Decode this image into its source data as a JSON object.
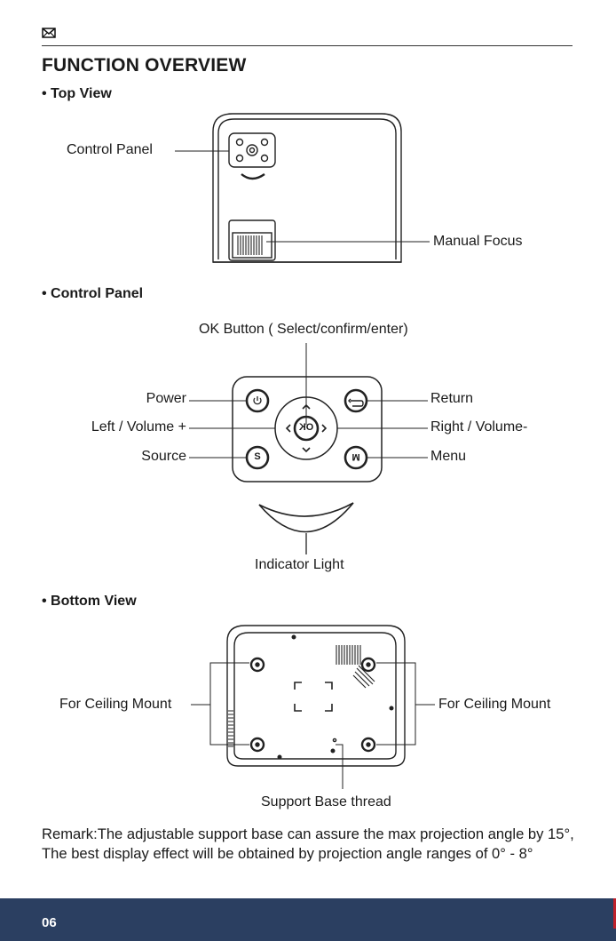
{
  "header": {
    "icon": "envelope-icon"
  },
  "title": "FUNCTION OVERVIEW",
  "sections": {
    "top_view": "• Top View",
    "control_panel": "• Control Panel",
    "bottom_view": "• Bottom View"
  },
  "top_view_labels": {
    "control_panel": "Control Panel",
    "manual_focus": "Manual Focus"
  },
  "panel_labels": {
    "ok_button": "OK Button ( Select/confirm/enter)",
    "power": "Power",
    "left_volume": "Left / Volume +",
    "source": "Source",
    "return": "Return",
    "right_volume": "Right / Volume-",
    "menu": "Menu",
    "indicator": "Indicator Light"
  },
  "panel_keys": {
    "ok": "OK",
    "source": "S",
    "menu": "M"
  },
  "bottom_labels": {
    "ceiling_left": "For Ceiling Mount",
    "ceiling_right": "For Ceiling Mount",
    "support_thread": "Support Base thread"
  },
  "remark": "Remark:The adjustable support base can assure the max projection angle by 15°, The best display effect will be obtained by projection angle ranges of 0° - 8°",
  "footer": {
    "page_number": "06",
    "bar_color": "#2b3f61",
    "accent_color": "#c0202a"
  }
}
